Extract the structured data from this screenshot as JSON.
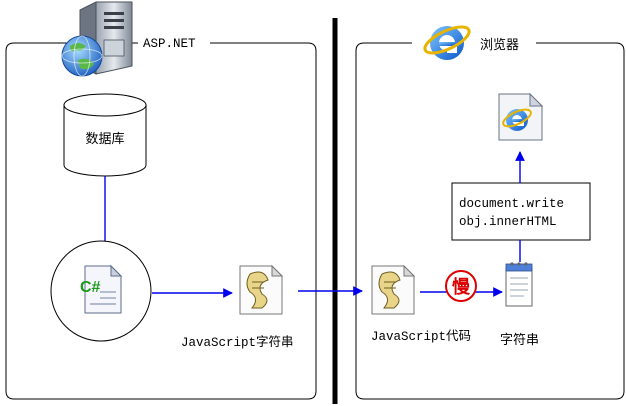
{
  "server": {
    "title": "ASP.NET",
    "icon": "server-globe-icon"
  },
  "browser": {
    "title": "浏览器",
    "icon": "internet-explorer-icon"
  },
  "database": {
    "label": "数据库"
  },
  "csharp": {
    "icon": "csharp-file-icon",
    "text": "C#"
  },
  "server_script": {
    "label": "JavaScript字符串",
    "icon": "script-scroll-icon"
  },
  "browser_script": {
    "label": "JavaScript代码",
    "icon": "script-scroll-icon"
  },
  "slow": {
    "text": "慢"
  },
  "string_doc": {
    "label": "字符串",
    "icon": "notepad-icon"
  },
  "render": {
    "line1": "document.write",
    "line2": "obj.innerHTML"
  },
  "page_icon": "ie-document-icon",
  "colors": {
    "arrow": "#0000ee",
    "slow": "#dd0000",
    "divider": "#000000"
  }
}
